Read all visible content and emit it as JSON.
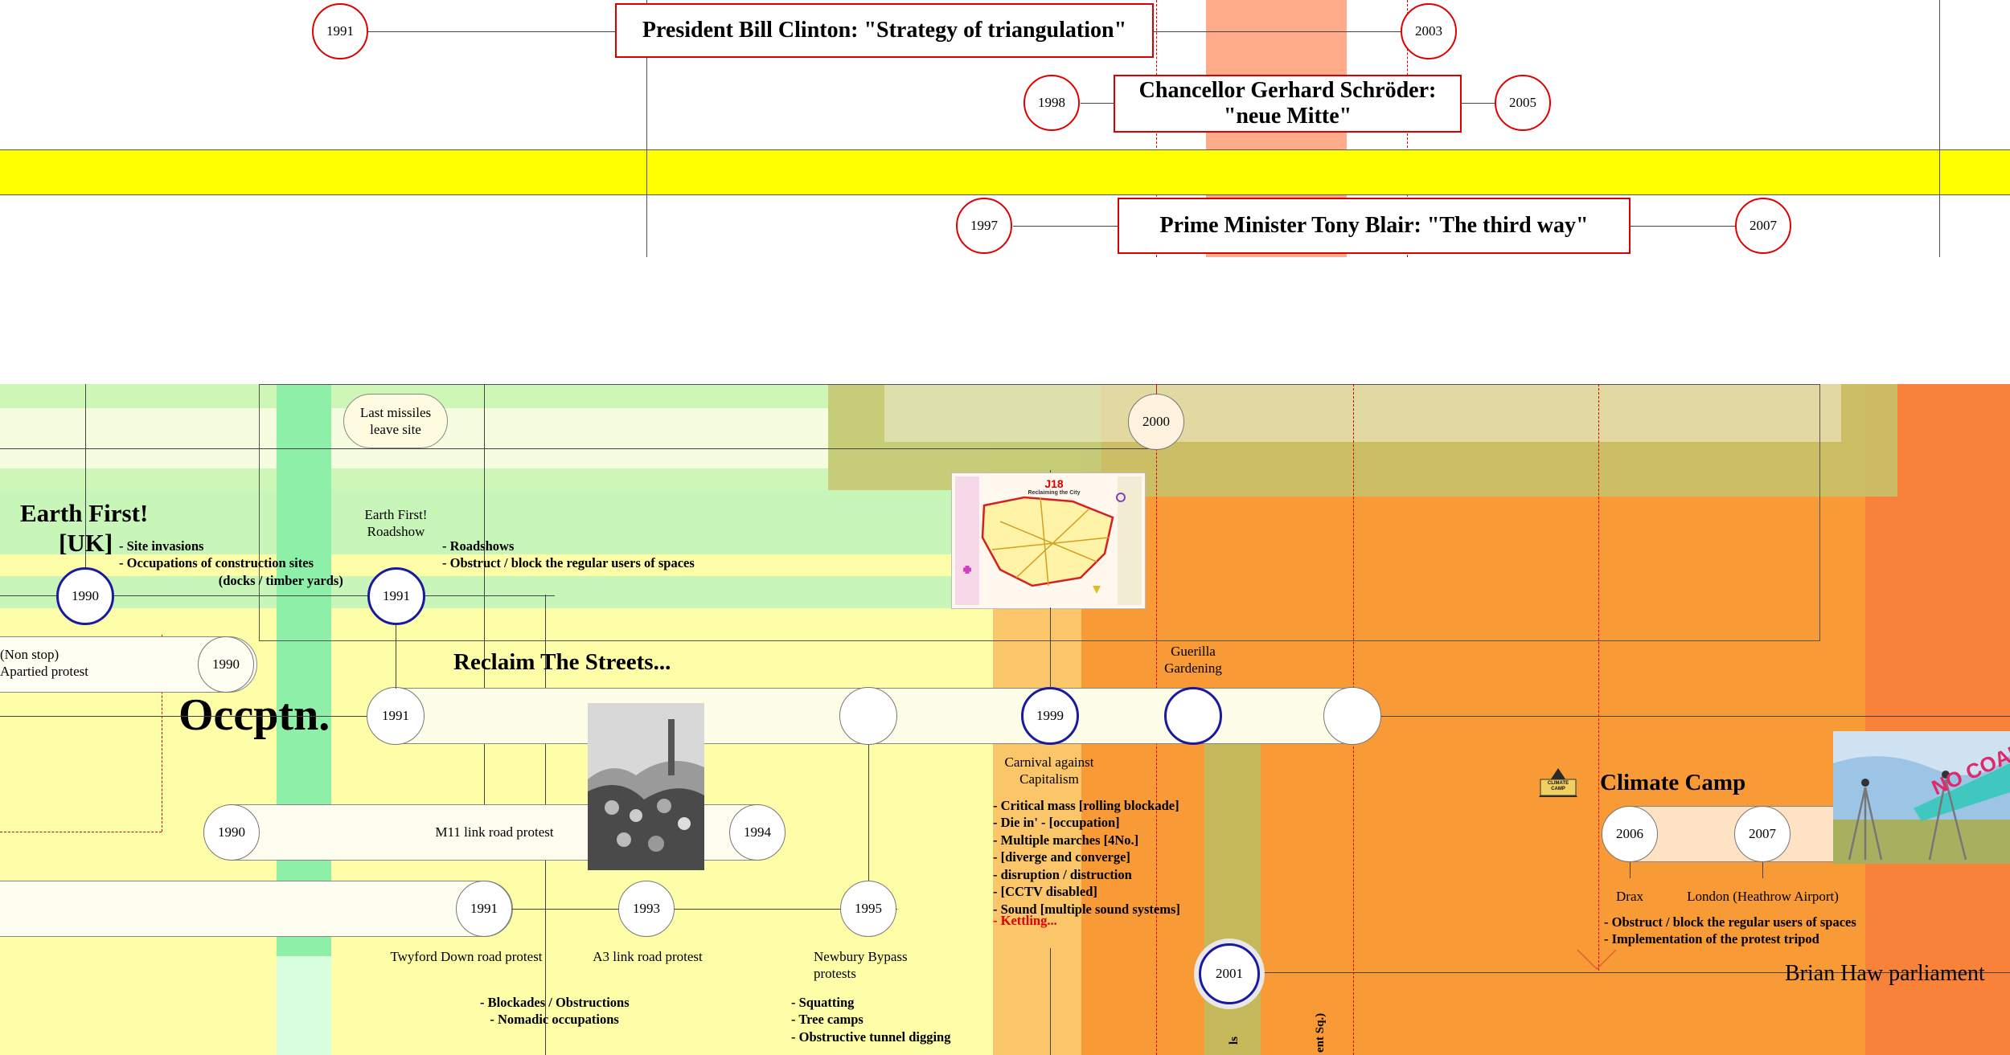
{
  "top": {
    "clinton": {
      "start": "1991",
      "label": "President Bill Clinton: \"Strategy of triangulation\"",
      "end": "2003"
    },
    "schroder": {
      "start": "1998",
      "label_line1": "Chancellor Gerhard Schröder:",
      "label_line2": "\"neue Mitte\"",
      "end": "2005"
    },
    "blair": {
      "start": "1997",
      "label": "Prime Minister Tony Blair: \"The third way\"",
      "end": "2007"
    }
  },
  "earth_first": {
    "title_line1": "Earth First!",
    "title_line2": "[UK]",
    "bullets": "- Site invasions\n- Occupations of construction sites\n                              (docks / timber yards)",
    "year": "1990",
    "roadshow_line1": "Earth First!",
    "roadshow_line2": "Roadshow",
    "roadshow_bullets": "- Roadshows\n- Obstruct / block the regular users of spaces",
    "roadshow_year": "1991"
  },
  "missiles": {
    "line1": "Last missiles",
    "line2": "leave site",
    "year": "2000"
  },
  "apartheid": {
    "line1": "(Non stop)",
    "line2": "Apartied protest",
    "year": "1990"
  },
  "occptn": "Occptn.",
  "rts": {
    "title": "Reclaim The Streets...",
    "year_start": "1991",
    "year_mid": "1999",
    "guerilla_line1": "Guerilla",
    "guerilla_line2": "Gardening",
    "carnival_line1": "Carnival against",
    "carnival_line2": "Capitalism",
    "carnival_bullets": "- Critical mass [rolling blockade]\n- Die in' - [occupation]\n- Multiple marches [4No.]\n- [diverge and converge]\n- disruption / distruction\n- [CCTV disabled]\n- Sound [multiple sound systems]",
    "kettling": "- Kettling...",
    "map_title_line1": "J18",
    "map_title_line2": "Reclaiming the City"
  },
  "m11": {
    "start": "1990",
    "label": "M11 link road protest",
    "end": "1994"
  },
  "roads": {
    "twyford_year": "1991",
    "twyford_label": "Twyford Down road protest",
    "a3_year": "1993",
    "a3_label": "A3 link road protest",
    "newbury_year": "1995",
    "newbury_line1": "Newbury Bypass",
    "newbury_line2": "protests",
    "bullets_left": "- Blockades / Obstructions\n   - Nomadic occupations",
    "bullets_right": "- Squatting\n- Tree camps\n- Obstructive tunnel digging"
  },
  "climate_camp": {
    "title": "Climate Camp",
    "y1": "2006",
    "y2": "2007",
    "drax": "Drax",
    "london": "London (Heathrow Airport)",
    "bullets": "- Obstruct / block the regular users of spaces\n- Implementation of the protest tripod",
    "banner_text": "NO COAL",
    "logo_line1": "CLIMATE",
    "logo_line2": "CAMP"
  },
  "brian": {
    "year": "2001",
    "label": "Brian Haw parliament"
  },
  "vertical_text": {
    "left": "ls",
    "right": "ent Sq.)"
  },
  "colors": {
    "yellow_band": "#ffff00",
    "red_accent": "#e00000",
    "blue_ring": "#1a1aa0",
    "green": "#8ef0a8",
    "orange": "#f89a35",
    "pale_yellow": "#fefea8"
  }
}
